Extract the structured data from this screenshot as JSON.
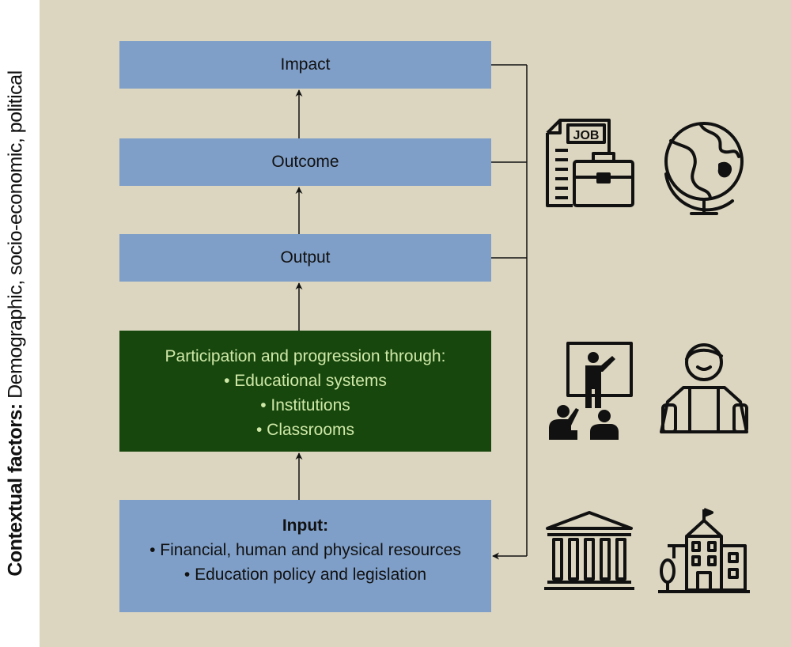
{
  "side_label": {
    "bold": "Contextual factors:",
    "rest": " Demographic, socio-economic, political"
  },
  "boxes": {
    "impact": "Impact",
    "outcome": "Outcome",
    "output": "Output",
    "participation": {
      "title": "Participation and progression through:",
      "items": [
        "• Educational systems",
        "• Institutions",
        "• Classrooms"
      ]
    },
    "input": {
      "title": "Input:",
      "items": [
        "• Financial, human and physical resources",
        "• Education policy and legislation"
      ]
    }
  },
  "icons": {
    "job_label": "JOB",
    "names": [
      "job-briefcase-icon",
      "globe-icon",
      "teacher-classroom-icon",
      "student-icon",
      "government-building-icon",
      "school-building-icon"
    ]
  },
  "colors": {
    "panel": "#dcd6c0",
    "box_blue": "#7f9fc8",
    "box_green": "#17470d",
    "green_text": "#cfe8a8"
  }
}
